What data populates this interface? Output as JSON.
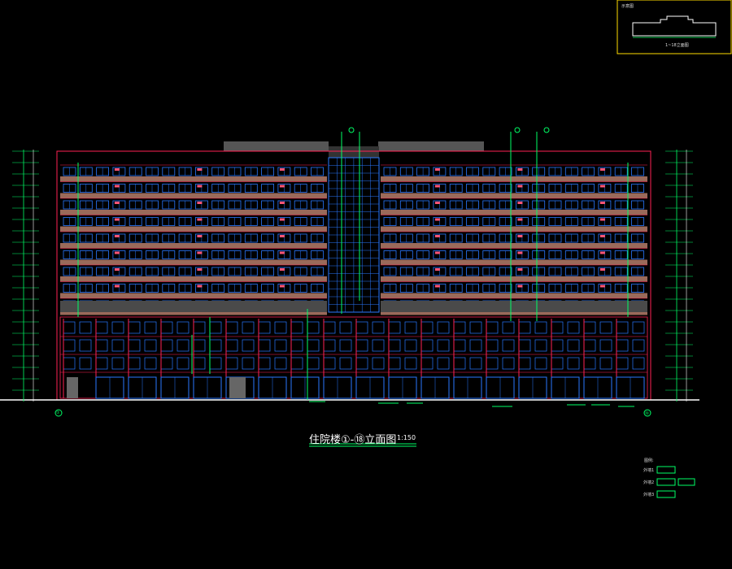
{
  "drawing": {
    "title": "住院楼①-⑱立面图",
    "scale": "1:150",
    "key_plan_label": "示意图",
    "key_plan_caption": "1~18立面图"
  },
  "legend": {
    "heading": "图例:",
    "items": [
      {
        "label": "外墙1"
      },
      {
        "label": "外墙2"
      },
      {
        "label": "外墙3"
      }
    ]
  },
  "axis_marks": [
    "①",
    "⑱"
  ],
  "colors": {
    "background": "#000000",
    "facade_frame": "#ff2255",
    "window_blue": "#2a78ff",
    "slab_band": "#9a6a5a",
    "annotation_green": "#00ff66",
    "parapet_gray": "#555555"
  }
}
